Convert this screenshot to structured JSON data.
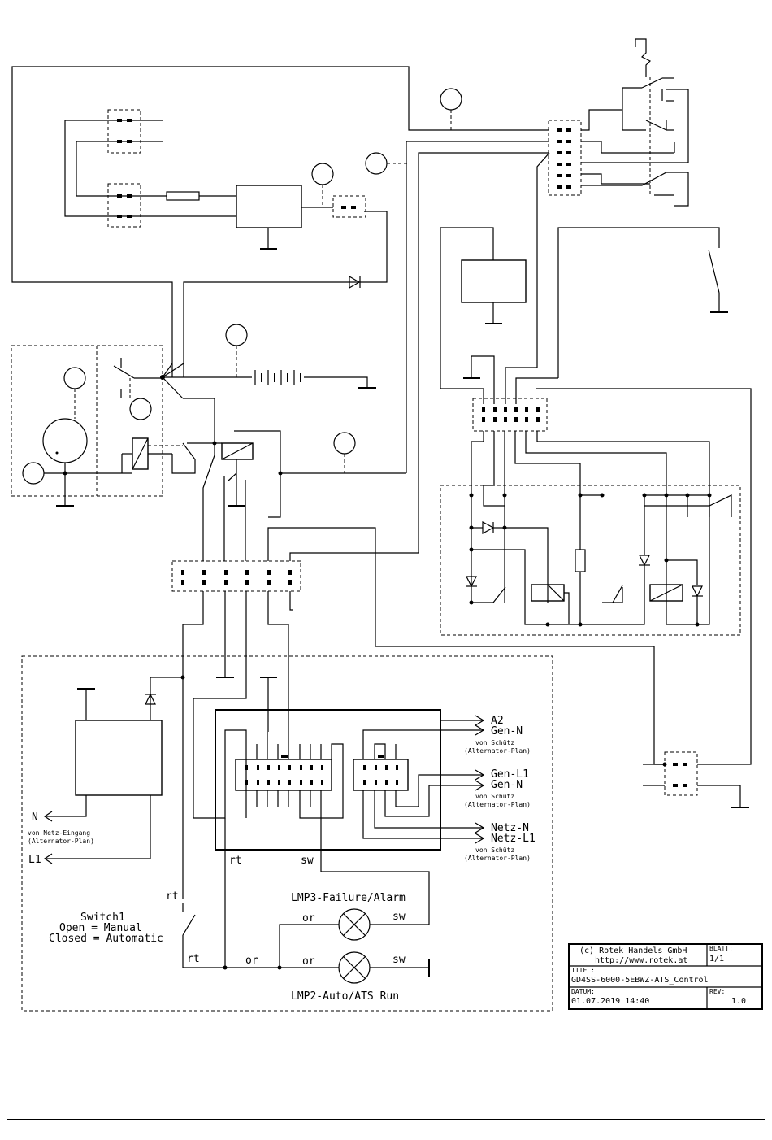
{
  "outputs": {
    "a2": "A2",
    "gen_n_1": "Gen-N",
    "note_1a": "von Schütz",
    "note_1b": "(Alternator-Plan)",
    "gen_l1": "Gen-L1",
    "gen_n_2": "Gen-N",
    "note_2a": "von Schütz",
    "note_2b": "(Alternator-Plan)",
    "netz_n": "Netz-N",
    "netz_l1": "Netz-L1",
    "note_3a": "von Schütz",
    "note_3b": "(Alternator-Plan)"
  },
  "inputs": {
    "n": "N",
    "n_note_a": "von Netz-Eingang",
    "n_note_b": "(Alternator-Plan)",
    "l1": "L1"
  },
  "wires": {
    "rt_1": "rt",
    "sw_1": "sw",
    "rt_2": "rt",
    "rt_3": "rt",
    "or_1": "or",
    "or_2": "or",
    "or_3": "or",
    "sw_2": "sw",
    "sw_3": "sw"
  },
  "switch1": {
    "title": "Switch1",
    "open": "Open = Manual",
    "closed": "Closed = Automatic"
  },
  "lamps": {
    "lmp3": "LMP3-Failure/Alarm",
    "lmp2": "LMP2-Auto/ATS Run"
  },
  "title_block": {
    "company": "(c) Rotek Handels GmbH",
    "url": "http://www.rotek.at",
    "sheet_label": "BLATT:",
    "sheet_value": "1/1",
    "title_label": "TITEL:",
    "title_value": "GD4SS-6000-5EBWZ-ATS_Control",
    "date_label": "DATUM:",
    "date_value": "01.07.2019 14:40",
    "rev_label": "REV:",
    "rev_value": "1.0"
  }
}
